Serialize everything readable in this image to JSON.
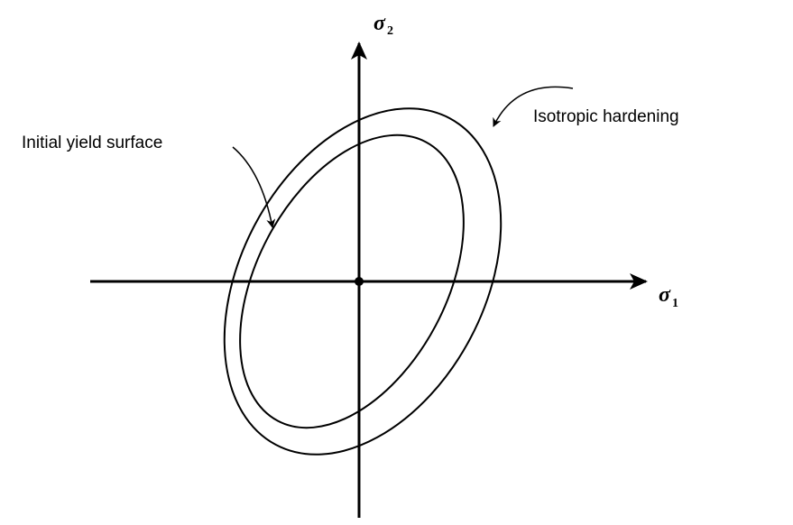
{
  "axes": {
    "x_symbol": "σ",
    "x_subscript": "1",
    "y_symbol": "σ",
    "y_subscript": "2"
  },
  "labels": {
    "initial_yield": "Initial yield surface",
    "isotropic_hardening": "Isotropic hardening"
  },
  "colors": {
    "stroke": "#000000",
    "background": "#ffffff"
  }
}
